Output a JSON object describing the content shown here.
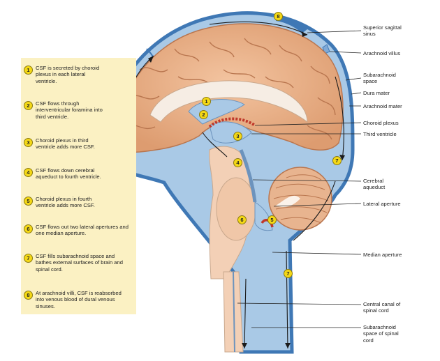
{
  "steps": [
    {
      "num": "1",
      "text": "CSF is secreted by choroid plexus in each lateral ventricle."
    },
    {
      "num": "2",
      "text": "CSF flows through interventricular foramina into third ventricle."
    },
    {
      "num": "3",
      "text": "Choroid plexus in third ventricle adds more CSF."
    },
    {
      "num": "4",
      "text": "CSF flows down cerebral aqueduct to fourth ventricle."
    },
    {
      "num": "5",
      "text": "Choroid plexus in fourth ventricle adds more CSF."
    },
    {
      "num": "6",
      "text": "CSF flows out two lateral apertures and one median aperture."
    },
    {
      "num": "7",
      "text": "CSF fills subarachnoid space and bathes external surfaces of brain and spinal cord."
    },
    {
      "num": "8",
      "text": "At arachnoid villi, CSF is reabsorbed into venous blood of dural venous sinuses."
    }
  ],
  "labels": {
    "superior_sagittal_sinus": "Superior sagittal sinus",
    "arachnoid_villus": "Arachnoid villus",
    "subarachnoid_space": "Subarachnoid space",
    "dura_mater": "Dura mater",
    "arachnoid_mater": "Arachnoid mater",
    "choroid_plexus": "Choroid plexus",
    "third_ventricle": "Third ventricle",
    "cerebral_aqueduct": "Cerebral aqueduct",
    "lateral_aperture": "Lateral aperture",
    "median_aperture": "Median aperture",
    "central_canal": "Central canal of spinal cord",
    "subarachnoid_space_spinal": "Subarachnoid space of spinal cord"
  },
  "markers": {
    "m1": "1",
    "m2": "2",
    "m3": "3",
    "m4": "4",
    "m5": "5",
    "m6": "6",
    "m7a": "7",
    "m7b": "7",
    "m8": "8"
  },
  "colors": {
    "panel": "#fbf1c3",
    "csf_blue": "#a9c9e6",
    "dura_blue": "#3f78b5",
    "brain_tan": "#e8ae86",
    "brain_dark": "#b9764f",
    "marker_yellow": "#f4d816"
  }
}
